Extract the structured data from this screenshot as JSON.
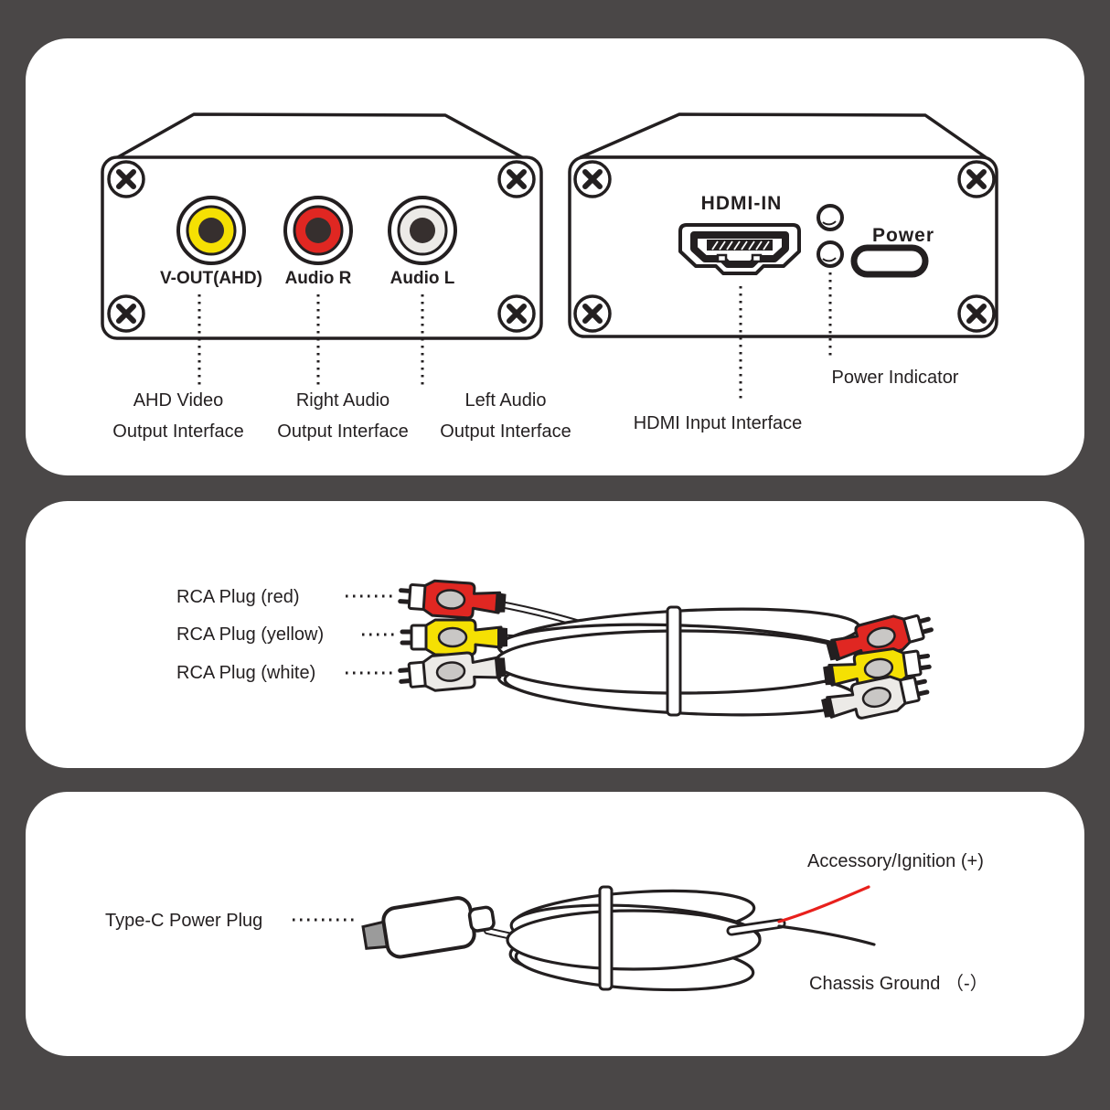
{
  "colors": {
    "background": "#4a4747",
    "panel": "#ffffff",
    "ink": "#231f20",
    "rca_yellow": "#f5e003",
    "rca_red": "#e02722",
    "rca_white": "#eceae7",
    "jack_center": "#362f2e",
    "plug_oval": "#c9c7c5",
    "wire_red": "#e8201c",
    "typec_metal": "#9b9b9b"
  },
  "front_panel": {
    "jacks": [
      {
        "label": "V-OUT(AHD)"
      },
      {
        "label": "Audio R"
      },
      {
        "label": "Audio L"
      }
    ],
    "annotations": [
      {
        "line1": "AHD Video",
        "line2": "Output Interface"
      },
      {
        "line1": "Right Audio",
        "line2": "Output Interface"
      },
      {
        "line1": "Left Audio",
        "line2": "Output Interface"
      }
    ]
  },
  "rear_panel": {
    "hdmi_port_label": "HDMI-IN",
    "power_label": "Power",
    "hdmi_annotation": "HDMI Input Interface",
    "power_annotation": "Power Indicator"
  },
  "rca_cable": {
    "plug_labels": [
      "RCA Plug (red)",
      "RCA Plug (yellow)",
      "RCA Plug (white)"
    ]
  },
  "power_cable": {
    "plug_label": "Type-C Power Plug",
    "positive_wire_label": "Accessory/Ignition (+)",
    "ground_wire_label": "Chassis Ground （-）"
  }
}
